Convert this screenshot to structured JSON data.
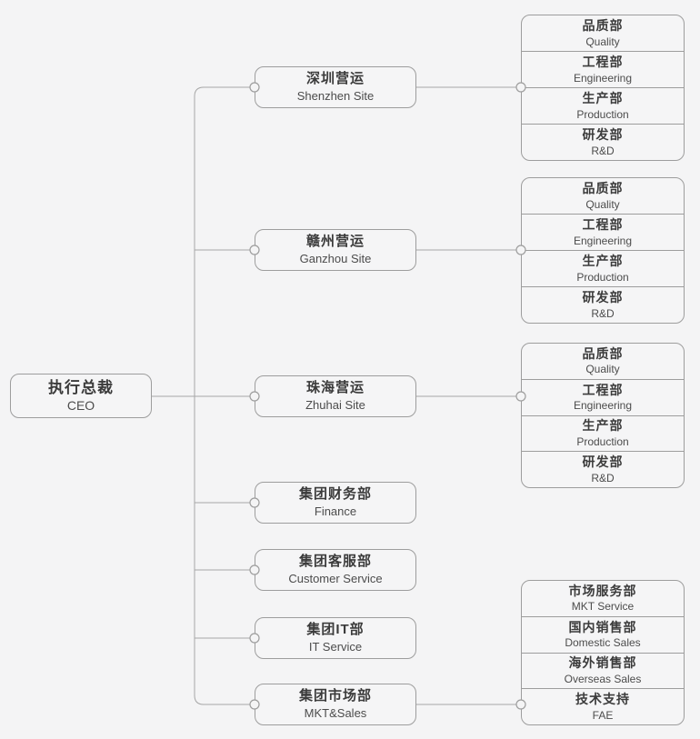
{
  "chart_title": "",
  "colors": {
    "background": "#f4f4f5",
    "node_fill": "#f5f5f6",
    "node_border": "#9d9d9d",
    "connector_line": "#a6a6a6",
    "text_primary": "#3b3b3b",
    "text_secondary": "#4c4c4c"
  },
  "root": {
    "label_zh": "执行总裁",
    "label_en": "CEO"
  },
  "branches": [
    {
      "label_zh": "深圳营运",
      "label_en": "Shenzhen Site",
      "departments": [
        {
          "label_zh": "品质部",
          "label_en": "Quality"
        },
        {
          "label_zh": "工程部",
          "label_en": "Engineering"
        },
        {
          "label_zh": "生产部",
          "label_en": "Production"
        },
        {
          "label_zh": "研发部",
          "label_en": "R&D"
        }
      ]
    },
    {
      "label_zh": "赣州营运",
      "label_en": "Ganzhou Site",
      "departments": [
        {
          "label_zh": "品质部",
          "label_en": "Quality"
        },
        {
          "label_zh": "工程部",
          "label_en": "Engineering"
        },
        {
          "label_zh": "生产部",
          "label_en": "Production"
        },
        {
          "label_zh": "研发部",
          "label_en": "R&D"
        }
      ]
    },
    {
      "label_zh": "珠海营运",
      "label_en": "Zhuhai Site",
      "departments": [
        {
          "label_zh": "品质部",
          "label_en": "Quality"
        },
        {
          "label_zh": "工程部",
          "label_en": "Engineering"
        },
        {
          "label_zh": "生产部",
          "label_en": "Production"
        },
        {
          "label_zh": "研发部",
          "label_en": "R&D"
        }
      ]
    },
    {
      "label_zh": "集团财务部",
      "label_en": "Finance",
      "departments": []
    },
    {
      "label_zh": "集团客服部",
      "label_en": "Customer Service",
      "departments": []
    },
    {
      "label_zh": "集团IT部",
      "label_en": "IT Service",
      "departments": []
    },
    {
      "label_zh": "集团市场部",
      "label_en": "MKT&Sales",
      "departments": [
        {
          "label_zh": "市场服务部",
          "label_en": "MKT Service"
        },
        {
          "label_zh": "国内销售部",
          "label_en": "Domestic Sales"
        },
        {
          "label_zh": "海外销售部",
          "label_en": "Overseas Sales"
        },
        {
          "label_zh": "技术支持",
          "label_en": "FAE"
        }
      ]
    }
  ]
}
